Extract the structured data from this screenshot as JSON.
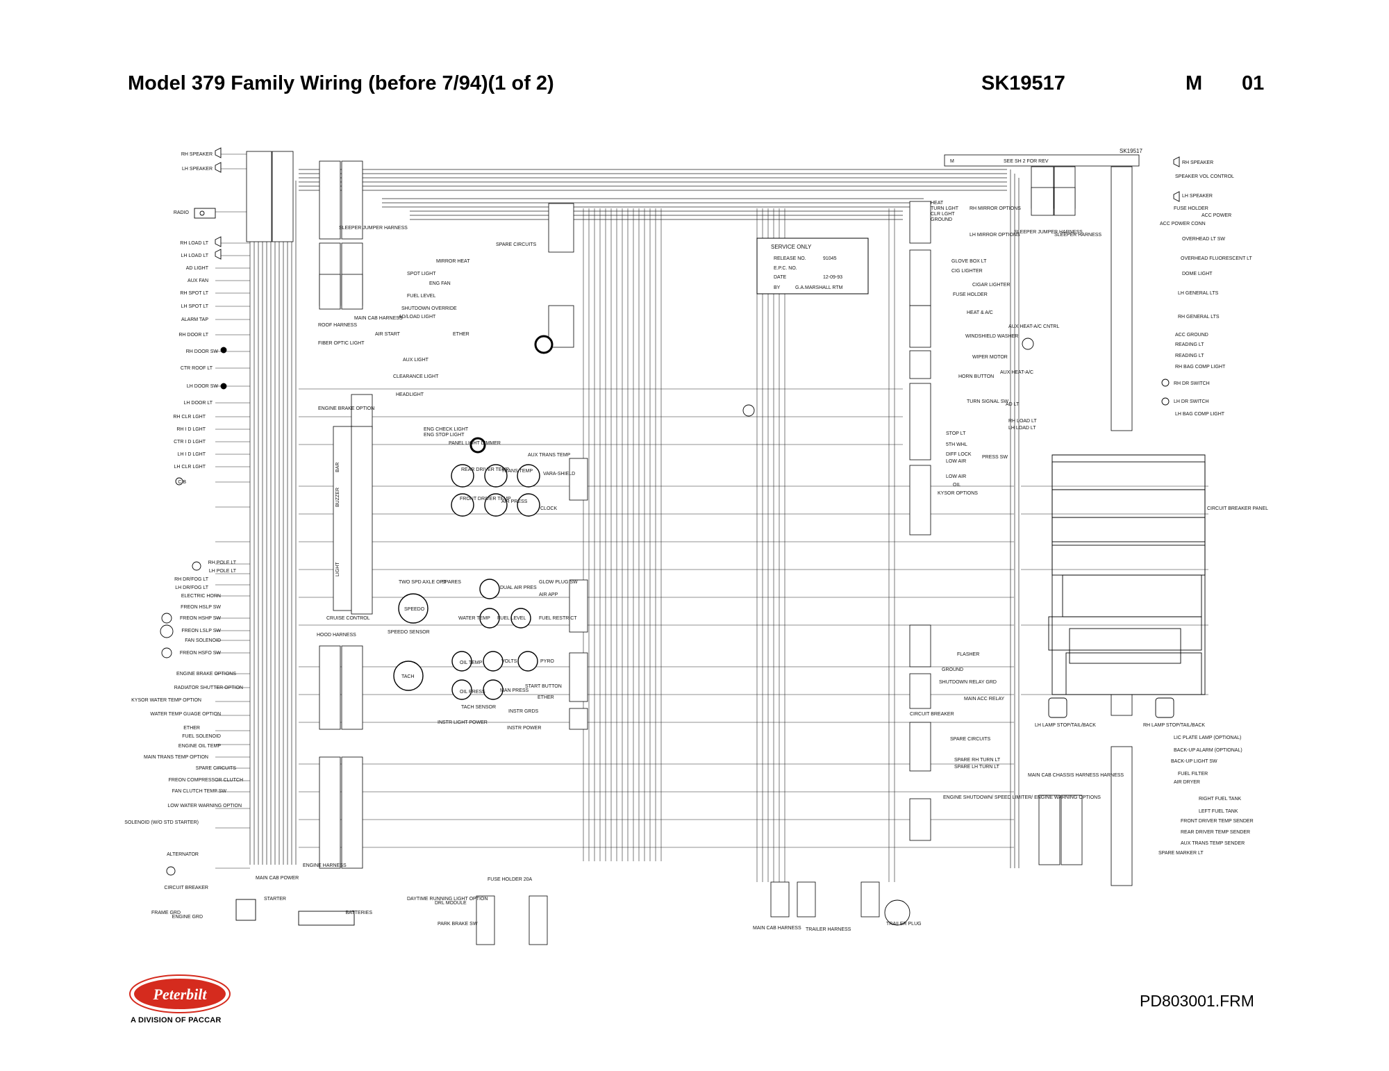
{
  "header": {
    "title": "Model 379 Family Wiring (before 7/94)(1 of 2)",
    "sheet_number": "SK19517",
    "revision_letter": "M",
    "page_number": "01"
  },
  "title_block": {
    "sk_number": "SK19517",
    "rev": "M",
    "note": "SEE SH 2 FOR REV"
  },
  "service_box": {
    "heading": "SERVICE ONLY",
    "rows": [
      {
        "label": "RELEASE NO.",
        "value": "91045"
      },
      {
        "label": "E.P.C. NO.",
        "value": ""
      },
      {
        "label": "DATE",
        "value": "12-09-93"
      },
      {
        "label": "BY",
        "value": "G.A.MARSHALL RTM"
      }
    ]
  },
  "left_components": [
    "RH SPEAKER",
    "LH SPEAKER",
    "RADIO",
    "RH LOAD LT",
    "LH LOAD LT",
    "AD LIGHT",
    "AUX FAN",
    "RH SPOT LT",
    "LH SPOT LT",
    "ALARM TAP",
    "RH DOOR LT",
    "RH DOOR SW",
    "CTR ROOF LT",
    "LH DOOR SW",
    "LH DOOR LT",
    "RH CLR LGHT",
    "RH I D LGHT",
    "CTR I D LGHT",
    "LH I D LGHT",
    "LH CLR LGHT",
    "C B",
    "RH POLE LT",
    "LH POLE LT",
    "RH DR/FOG LT",
    "LH DR/FOG LT",
    "ELECTRIC HORN",
    "FREON HSLP SW",
    "FREON HSHP SW",
    "FREON LSLP SW",
    "FAN SOLENOID",
    "FREON HSFO SW",
    "ENGINE BRAKE OPTIONS",
    "RADIATOR SHUTTER OPTION",
    "KYSOR WATER TEMP OPTION",
    "WATER TEMP GUAGE OPTION",
    "ETHER",
    "FUEL SOLENOID",
    "ENGINE OIL TEMP",
    "MAIN TRANS TEMP OPTION",
    "SPARE CIRCUITS",
    "FREON COMPRESSOR CLUTCH",
    "FAN CLUTCH TEMP SW",
    "LOW WATER WARNING OPTION",
    "SOLENOID (W/O STD STARTER)",
    "ALTERNATOR",
    "CIRCUIT BREAKER",
    "FRAME GRD",
    "ENGINE GRD",
    "STARTER",
    "BATTERIES"
  ],
  "center_labels": [
    "SLEEPER JUMPER HARNESS",
    "MAIN CAB HARNESS",
    "ROOF HARNESS",
    "FIBER OPTIC LIGHT",
    "ENGINE BRAKE OPTION",
    "BUZZER",
    "LIGHT",
    "BAR",
    "CRUISE CONTROL",
    "HOOD HARNESS",
    "ENGINE HARNESS",
    "MAIN CAB POWER",
    "SPARE CIRCUITS",
    "MIRROR HEAT",
    "SPOT LIGHT",
    "ENG FAN",
    "FUEL LEVEL",
    "SHUTDOWN OVERRIDE",
    "AD/LOAD LIGHT",
    "AIR START",
    "ETHER",
    "AUX LIGHT",
    "CLEARANCE LIGHT",
    "HEADLIGHT",
    "ENG CHECK LIGHT",
    "ENG STOP LIGHT",
    "PANEL LIGHT DIMMER",
    "AUX TRANS TEMP",
    "REAR DRIVER TEMP",
    "TRANS TEMP",
    "VARA-SHIELD",
    "FRONT DRIVER TEMP",
    "AIR PRESS",
    "CLOCK",
    "TWO SPD AXLE OPT",
    "SPARES",
    "GLOW PLUG SW",
    "DUAL AIR PRES",
    "AIR APP",
    "SPEEDO",
    "WATER TEMP",
    "FUEL LEVEL",
    "FUEL RESTRICT",
    "SPEEDO SENSOR",
    "TACH",
    "OIL TEMP",
    "VOLTS",
    "PYRO",
    "OIL PRESS",
    "MAN PRESS",
    "START BUTTON",
    "ETHER",
    "TACH SENSOR",
    "INSTR GRDS",
    "INSTR LIGHT POWER",
    "INSTR POWER",
    "FUSE HOLDER 20A",
    "DAYTIME RUNNING LIGHT OPTION",
    "DRL MODULE",
    "PARK BRAKE SW",
    "MAIN CAB HARNESS",
    "TRAILER HARNESS",
    "TRAILER PLUG"
  ],
  "mid_right_labels": [
    "HEAT",
    "TURN LGHT",
    "CLR LGHT",
    "GROUND",
    "RH MIRROR OPTIONS",
    "LH MIRROR OPTIONS",
    "GLOVE BOX LT",
    "CIG LIGHTER",
    "CIGAR LIGHTER",
    "FUSE HOLDER",
    "HEAT & A/C",
    "WINDSHIELD WASHER",
    "WIPER MOTOR",
    "HORN BUTTON",
    "TURN SIGNAL SW",
    "STOP LT",
    "5TH WHL",
    "DIFF LOCK",
    "LOW AIR",
    "PRESS SW",
    "LOW AIR",
    "OIL",
    "KYSOR OPTIONS",
    "FLASHER",
    "GROUND",
    "SHUTDOWN RELAY GRD",
    "MAIN ACC RELAY",
    "CIRCUIT BREAKER",
    "SPARE CIRCUITS",
    "SPARE RH TURN LT",
    "SPARE LH TURN LT",
    "ENGINE SHUTDOWN/ SPEED LIMITER/ ENGINE WARNING OPTIONS",
    "AUX HEAT-A/C CNTRL",
    "AUX HEAT-A/C",
    "AD LT",
    "RH LOAD LT",
    "LH LOAD LT",
    "LH LAMP STOP/TAIL/BACK",
    "MAIN CAB CHASSIS HARNESS HARNESS"
  ],
  "right_components": [
    "RH SPEAKER",
    "SPEAKER VOL CONTROL",
    "LH SPEAKER",
    "FUSE HOLDER",
    "ACC POWER",
    "ACC POWER CONN",
    "OVERHEAD LT SW",
    "OVERHEAD FLUORESCENT LT",
    "DOME LIGHT",
    "LH GENERAL LTS",
    "RH GENERAL LTS",
    "ACC GROUND",
    "READING LT",
    "READING LT",
    "RH BAG COMP LIGHT",
    "RH DR SWITCH",
    "LH DR SWITCH",
    "LH BAG COMP LIGHT",
    "CIRCUIT BREAKER PANEL",
    "RH LAMP STOP/TAIL/BACK",
    "LIC PLATE LAMP (OPTIONAL)",
    "BACK-UP ALARM (OPTIONAL)",
    "BACK-UP LIGHT SW",
    "FUEL FILTER",
    "AIR DRYER",
    "RIGHT FUEL TANK",
    "LEFT FUEL TANK",
    "FRONT DRIVER TEMP SENDER",
    "REAR DRIVER TEMP SENDER",
    "AUX TRANS TEMP SENDER",
    "SPARE MARKER LT",
    "SLEEPER JUMPER HARNESS",
    "SLEEPER HARNESS"
  ],
  "logo": {
    "text": "Peterbilt",
    "color": "#d52b1e"
  },
  "footer": {
    "division": "A DIVISION OF PACCAR",
    "file_code": "PD803001.FRM"
  }
}
